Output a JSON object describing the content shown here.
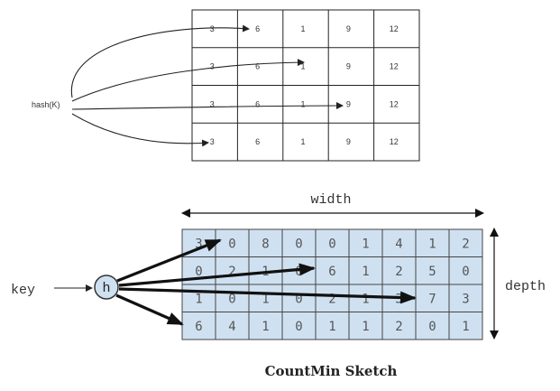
{
  "hash_table": {
    "label": "hash(K)",
    "rows": [
      [
        "3",
        "6",
        "1",
        "9",
        "12"
      ],
      [
        "3",
        "6",
        "1",
        "9",
        "12"
      ],
      [
        "3",
        "6",
        "1",
        "9",
        "12"
      ],
      [
        "3",
        "6",
        "1",
        "9",
        "12"
      ]
    ]
  },
  "countmin": {
    "key_label": "key",
    "hash_node_label": "h",
    "width_label": "width",
    "depth_label": "depth",
    "caption": "CountMin Sketch",
    "rows": [
      [
        "3",
        "0",
        "8",
        "0",
        "0",
        "1",
        "4",
        "1",
        "2"
      ],
      [
        "0",
        "2",
        "1",
        "0",
        "6",
        "1",
        "2",
        "5",
        "0"
      ],
      [
        "1",
        "0",
        "1",
        "0",
        "2",
        "1",
        "3",
        "7",
        "3"
      ],
      [
        "6",
        "4",
        "1",
        "0",
        "1",
        "1",
        "2",
        "0",
        "1"
      ]
    ]
  },
  "colors": {
    "cell_fill": "#cfe1f1",
    "line": "#222222"
  }
}
